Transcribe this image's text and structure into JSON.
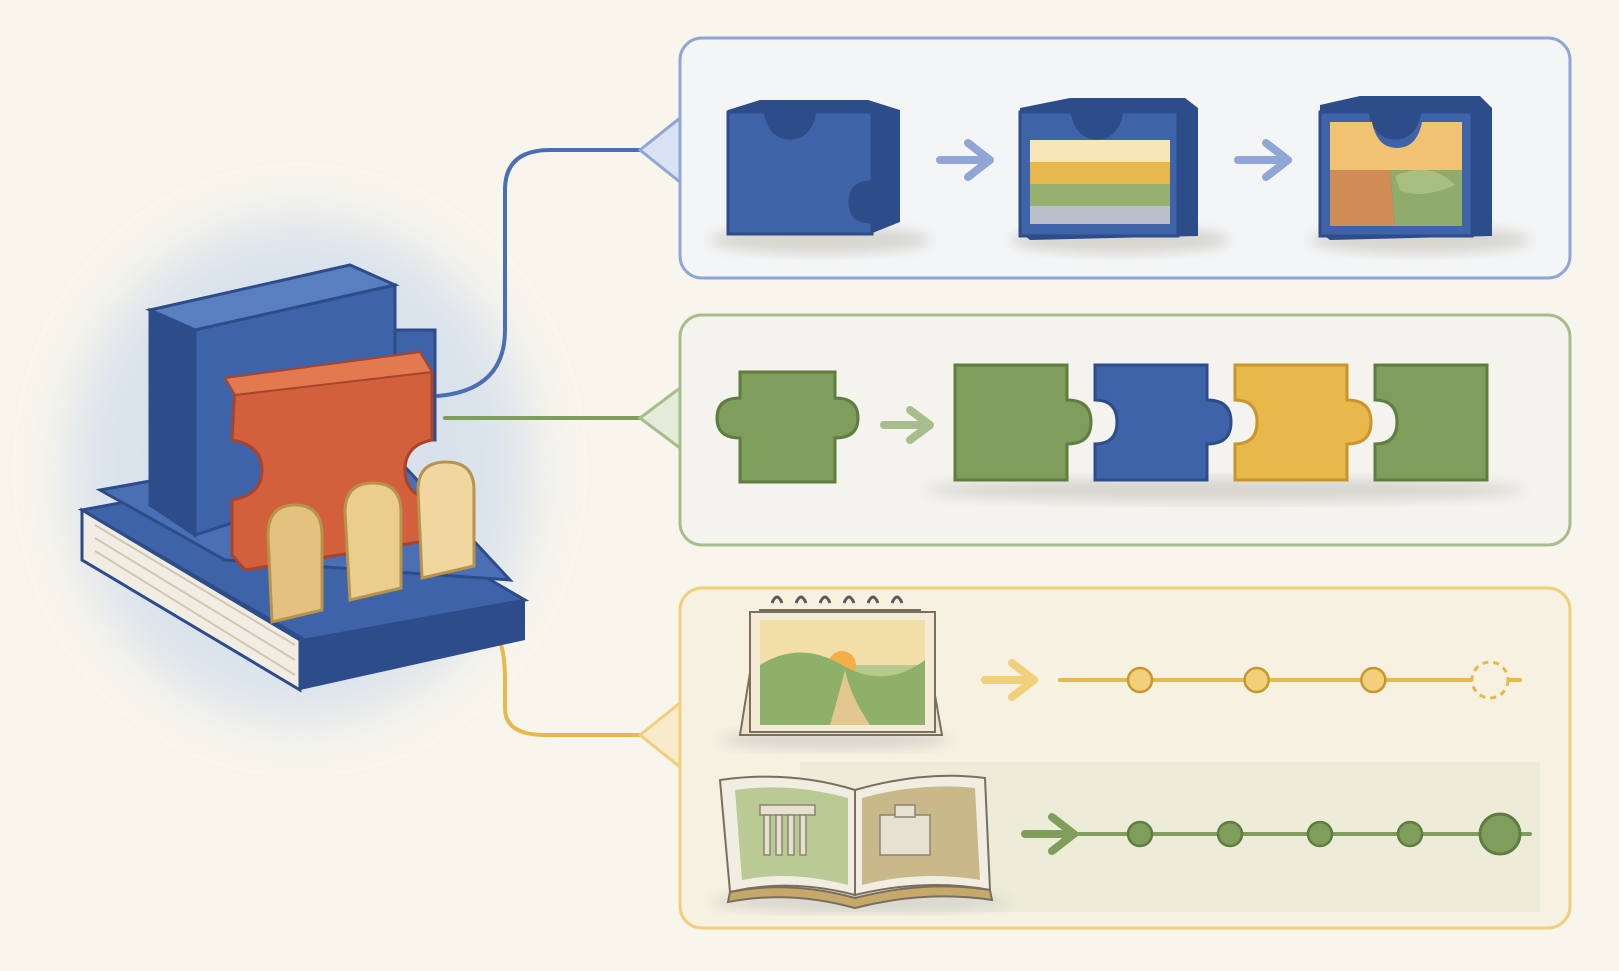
{
  "colors": {
    "background": "#f8f5ec",
    "blue": "#3f63a8",
    "blue_dark": "#2d4c8a",
    "blue_light": "#8fa6d6",
    "green": "#7f9e5c",
    "green_dark": "#5f7d41",
    "green_light": "#a7be8c",
    "yellow": "#e8b84a",
    "yellow_light": "#f1cf7b",
    "orange": "#d2603c",
    "tan": "#e3c27f",
    "page_edge": "#e9e3d3"
  },
  "hub": {
    "icons": [
      "book-icon",
      "blue-block-icon",
      "orange-puzzle-block-icon",
      "tan-tile-icon"
    ]
  },
  "panels": [
    {
      "id": "blue",
      "icons": [
        "blue-puzzle-block-icon",
        "arrow-right-icon",
        "striped-puzzle-block-icon",
        "arrow-right-icon",
        "patched-puzzle-block-icon"
      ]
    },
    {
      "id": "green",
      "icons": [
        "green-puzzle-piece-icon",
        "arrow-right-icon",
        "puzzle-chain-icon"
      ],
      "chain_colors": [
        "green",
        "blue",
        "yellow",
        "green"
      ]
    },
    {
      "id": "yellow",
      "rows": [
        {
          "icon": "desk-calendar-icon",
          "timeline_nodes": 4,
          "last_node": "dashed"
        },
        {
          "icon": "open-book-icon",
          "timeline_nodes": 5,
          "last_node": "large"
        }
      ]
    }
  ]
}
